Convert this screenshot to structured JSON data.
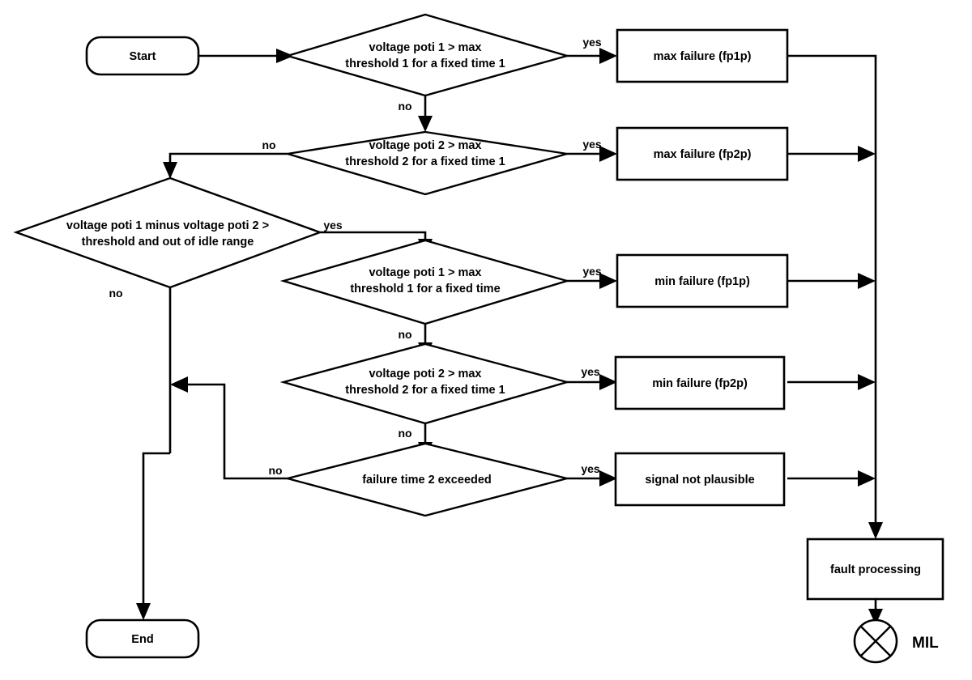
{
  "diagram": {
    "title": "Potentiometer plausibility fault detection flowchart",
    "background_color": "#ffffff",
    "line_color": "#000000",
    "nodes": {
      "start": {
        "label": "Start",
        "shape": "terminator"
      },
      "end": {
        "label": "End",
        "shape": "terminator"
      },
      "d1": {
        "shape": "decision",
        "line1": "voltage poti 1 > max",
        "line2": "threshold 1 for a fixed time 1"
      },
      "d2": {
        "shape": "decision",
        "line1": "voltage poti 2 > max",
        "line2": "threshold 2 for a fixed time 1"
      },
      "d3": {
        "shape": "decision",
        "line1": "voltage poti 1 minus voltage poti 2 >",
        "line2": "threshold and out of  idle range"
      },
      "d4": {
        "shape": "decision",
        "line1": "voltage poti 1 > max",
        "line2": "threshold 1 for a fixed time"
      },
      "d5": {
        "shape": "decision",
        "line1": "voltage poti 2 > max",
        "line2": "threshold 2 for a fixed time 1"
      },
      "d6": {
        "shape": "decision",
        "line1": "failure time 2 exceeded",
        "line2": ""
      },
      "p1": {
        "label": "max failure (fp1p)",
        "shape": "process"
      },
      "p2": {
        "label": "max failure (fp2p)",
        "shape": "process"
      },
      "p3": {
        "label": "min failure (fp1p)",
        "shape": "process"
      },
      "p4": {
        "label": "min failure (fp2p)",
        "shape": "process"
      },
      "p5": {
        "label": "signal not plausible",
        "shape": "process"
      },
      "p6": {
        "label": "fault processing",
        "shape": "process"
      },
      "mil": {
        "label": "MIL",
        "shape": "crossed-circle"
      }
    },
    "edge_labels": {
      "d1_yes": "yes",
      "d1_no": "no",
      "d2_yes": "yes",
      "d2_no": "no",
      "d3_yes": "yes",
      "d3_no": "no",
      "d4_yes": "yes",
      "d4_no": "no",
      "d5_yes": "yes",
      "d5_no": "no",
      "d6_yes": "yes",
      "d6_no": "no"
    }
  }
}
